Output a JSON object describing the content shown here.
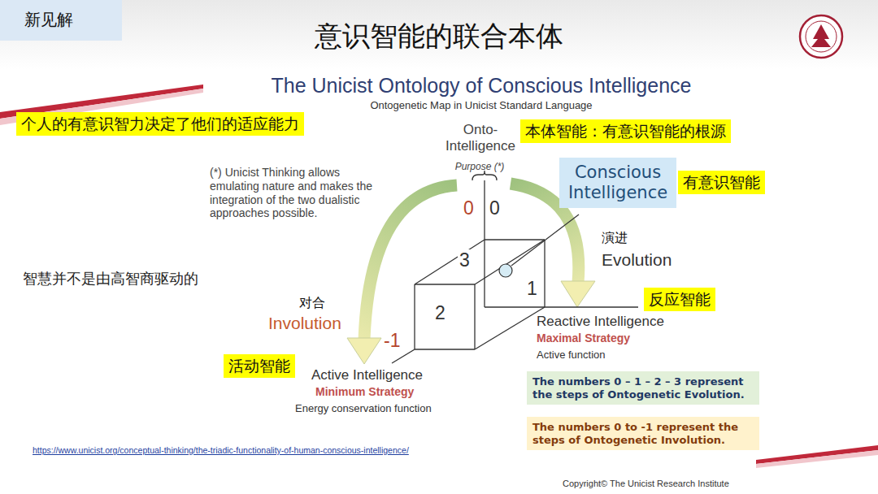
{
  "diagram": {
    "title": "意识智能的联合本体",
    "nodes": [
      {
        "text": [
          "新见解"
        ]
      },
      {
        "text": [
          "个人的有意识智力决定了他们的适应能力"
        ]
      },
      {
        "text": [
          "本体智能：有意识智能的根源"
        ]
      },
      {
        "text": [
          "Conscious Intelligence"
        ]
      },
      {
        "text": [
          "有意识智能"
        ]
      },
      {
        "text": [
          "反应智能"
        ]
      },
      {
        "text": [
          "活动智能"
        ]
      },
      {
        "text": [
          "The numbers 0 – 1 – 2 – 3 represent the steps of Ontogenetic Evolution."
        ]
      },
      {
        "text": [
          "The numbers 0 to -1 represent the steps of Ontogenetic Involution."
        ]
      }
    ],
    "labels": [
      "The Unicist Ontology of Conscious Intelligence",
      "Ontogenetic Map in Unicist Standard Language",
      "Onto- Intelligence",
      "Purpose (*)",
      "(*) Unicist Thinking allows emulating nature and makes the integration of the two dualistic approaches possible.",
      "0",
      "0",
      "3",
      "2",
      "1",
      "-1",
      "演进",
      "Evolution",
      "智慧并不是由高智商驱动的",
      "对合",
      "Involution",
      "Reactive Intelligence",
      "Maximal Strategy",
      "Active function",
      "Active Intelligence",
      "Minimum Strategy",
      "Energy conservation function",
      "https://www.unicist.org/conceptual-thinking/the-triadic-functionality-of-human-conscious-intelligence/",
      "Copyright© The Unicist Research Institute"
    ]
  }
}
